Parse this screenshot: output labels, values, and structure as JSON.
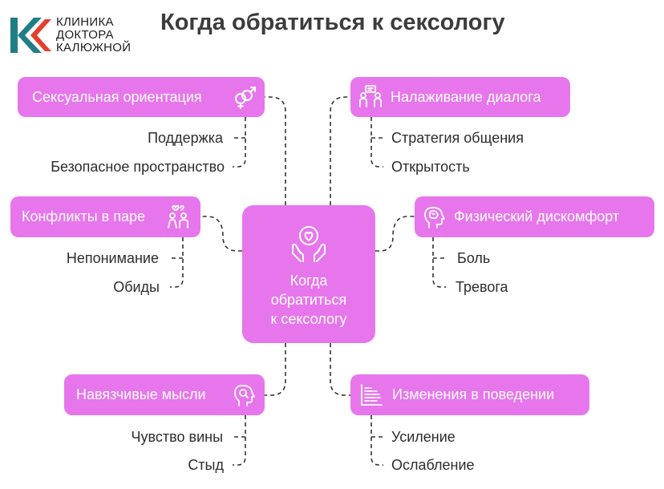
{
  "header": {
    "title": "Когда обратиться к сексологу",
    "logo_lines": [
      "КЛИНИКА",
      "ДОКТОРА",
      "КАЛЮЖНОЙ"
    ],
    "logo_colors": {
      "teal": "#1f7d86",
      "red": "#e43f2e"
    }
  },
  "center": {
    "lines": [
      "Когда",
      "обратиться",
      "к сексологу"
    ],
    "icon": "heart-in-hands-icon"
  },
  "colors": {
    "node": "#e776ec",
    "line": "#333333",
    "leaf_text": "#2d2d2d"
  },
  "branches": [
    {
      "label": "Сексуальная ориентация",
      "icon": "gender-symbols-icon",
      "items": [
        "Поддержка",
        "Безопасное пространство"
      ]
    },
    {
      "label": "Налаживание диалога",
      "icon": "people-dialog-icon",
      "items": [
        "Стратегия общения",
        "Открытость"
      ]
    },
    {
      "label": "Конфликты в паре",
      "icon": "couple-icon",
      "items": [
        "Непонимание",
        "Обиды"
      ]
    },
    {
      "label": "Физический дискомфорт",
      "icon": "head-brain-icon",
      "items": [
        "Боль",
        "Тревога"
      ]
    },
    {
      "label": "Навязчивые мысли",
      "icon": "head-search-icon",
      "items": [
        "Чувство вины",
        "Стыд"
      ]
    },
    {
      "label": "Изменения в поведении",
      "icon": "chart-bars-icon",
      "items": [
        "Усиление",
        "Ослабление"
      ]
    }
  ]
}
